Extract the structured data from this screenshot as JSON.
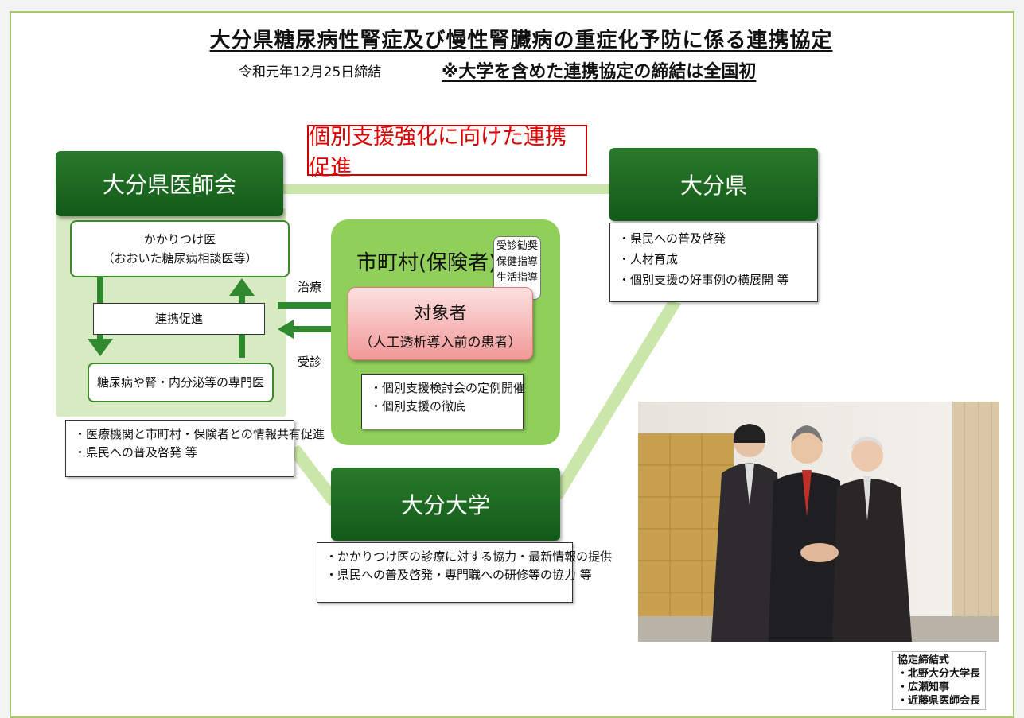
{
  "title": "大分県糖尿病性腎症及び慢性腎臓病の重症化予防に係る連携協定",
  "subtitle": "令和元年12月25日締結",
  "note": "※大学を含めた連携協定の締結は全国初",
  "banner": "個別支援強化に向けた連携促進",
  "medical_association": {
    "title": "大分県医師会",
    "family_doctor_line1": "かかりつけ医",
    "family_doctor_line2": "（おおいた糖尿病相談医等）",
    "cooperation": "連携促進",
    "specialist": "糖尿病や腎・内分泌等の専門医",
    "roles": [
      "・医療機関と市町村・保険者との情報共有促進",
      "・県民への普及啓発 等"
    ]
  },
  "arrows": {
    "treatment": "治療",
    "visit": "受診"
  },
  "municipality": {
    "title": "市町村(保険者)",
    "bubble": [
      "受診勧奨",
      "保健指導",
      "生活指導"
    ],
    "target_title": "対象者",
    "target_sub": "（人工透析導入前の患者）",
    "roles": [
      "・個別支援検討会の定例開催",
      "・個別支援の徹底"
    ]
  },
  "prefecture": {
    "title": "大分県",
    "roles": [
      "・県民への普及啓発",
      "・人材育成",
      "・個別支援の好事例の横展開 等"
    ]
  },
  "university": {
    "title": "大分大学",
    "roles": [
      "・かかりつけ医の診療に対する協力・最新情報の提供",
      "・県民への普及啓発・専門職への研修等の協力 等"
    ]
  },
  "caption": {
    "title": "協定締結式",
    "people": [
      "・北野大分大学長",
      "・広瀬知事",
      "・近藤県医師会長"
    ]
  },
  "colors": {
    "green_dark": "#125a18",
    "green_light": "#8fcf5a",
    "red": "#d00000"
  }
}
